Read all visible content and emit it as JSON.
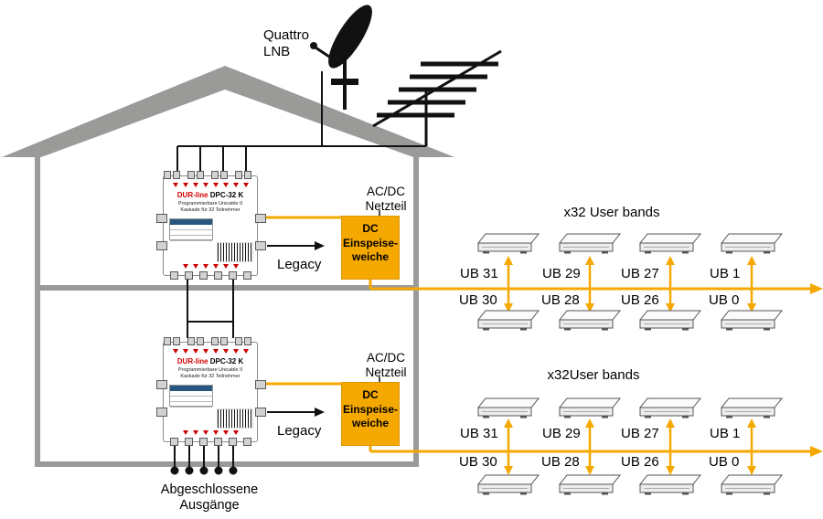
{
  "colors": {
    "orange": "#F5A800",
    "roof_gray": "#9A9A98",
    "brand_red": "#D40000"
  },
  "labels": {
    "quattro_lnb": "Quattro\nLNB",
    "legacy": "Legacy",
    "acdc": "AC/DC\nNetzteil",
    "dc_box": "DC\nEinspeise-\nweiche",
    "user_bands_top": "x32 User bands",
    "user_bands_bottom": "x32User bands",
    "terminated_outputs": "Abgeschlossene\nAusgänge"
  },
  "multiswitch": {
    "brand": "DUR-line",
    "model": "DPC-32 K",
    "desc_line1": "Programmierbare Unicable II",
    "desc_line2": "Kaskade für 32 Teilnehmer"
  },
  "user_bands": {
    "top_row": [
      "UB 31",
      "UB 29",
      "UB 27",
      "UB 1"
    ],
    "bottom_row": [
      "UB 30",
      "UB 28",
      "UB 26",
      "UB 0"
    ]
  }
}
